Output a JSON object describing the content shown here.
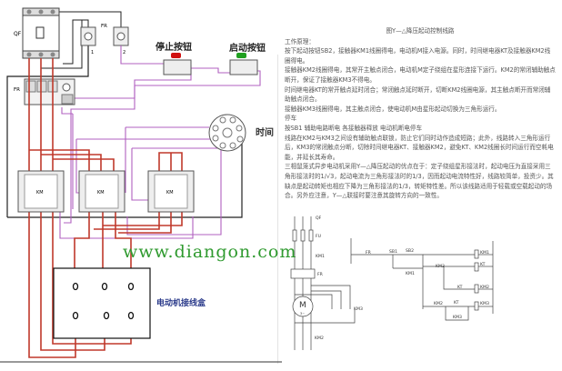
{
  "labels": {
    "qf": "QF",
    "fr": "FR",
    "fr_top": "FR",
    "fr1": "1",
    "fr2": "2",
    "stop_button": "停止按钮",
    "start_button": "启动按钮",
    "timer": "时间",
    "km": "KM",
    "motor_box": "电动机接线盒",
    "watermark": "www.diangon.com"
  },
  "text": {
    "title": "图Y—△降压起动控制线路",
    "paragraphs": [
      "工作原理：",
      "按下起动按钮SB2，接触器KM1线圈得电，电动机M接入电源。同时，时间继电器KT及接触器KM2线圈得电。",
      "接触器KM2线圈得电，其常开主触点闭合，电动机M定子绕组在星形连接下运行。KM2的常闭辅助触点断开，保证了接触器KM3不得电。",
      "时间继电器KT的常开触点延时闭合；常闭触点延时断开，切断KM2线圈电源，其主触点断开而常闭辅助触点闭合。",
      "接触器KM3线圈得电，其主触点闭合，使电动机M由星形起动切换为三角形运行。",
      "停车",
      "按SB1 辅助电路断电 各接触器释放 电动机断电停车",
      "线路在KM2与KM3之间设有辅助触点联锁，防止它们同时动作造成短路；此外，线路转入三角形运行后，KM3的常闭触点分断，切除时间继电器KT、接触器KM2，避免KT、KM2线圈长时间运行而空耗电能，并延长其寿命。",
      "三相鼠笼式异步电动机采用Y—△降压起动的优点在于：定子绕组星形接法时，起动电压为直接采用三角形接法时的1/√3，起动电流为三角形接法时的1/3，因而起动电流特性好，线路较简单，投资少。其缺点是起动转矩也相应下降为三角形接法的1/3，转矩特性差。所以该线路适用于轻载或空载起动的场合。另外应注意，Y—△联接时要注意其旋转方向的一致性。"
    ]
  },
  "schematic": {
    "qf": "QF",
    "fu": "FU",
    "km1": "KM1",
    "fr": "FR",
    "motor": "M",
    "motor_sub": "3~",
    "km3": "KM3",
    "km2": "KM2",
    "c_fr": "FR",
    "c_sb1": "SB1",
    "c_sb2": "SB2",
    "c_km1_aux": "KM1",
    "coil_km1": "KM1",
    "c_km2": "KM3",
    "coil_kt": "KT",
    "c_kt": "KT",
    "coil_km2": "KM2",
    "c_km3": "KM2",
    "c_kt2": "KT",
    "c_km3b": "KM3",
    "coil_km3": "KM3"
  },
  "colors": {
    "power": "#c0392b",
    "control": "#b060c0",
    "frame": "#222222",
    "stop": "#d01010",
    "start": "#20a020"
  }
}
